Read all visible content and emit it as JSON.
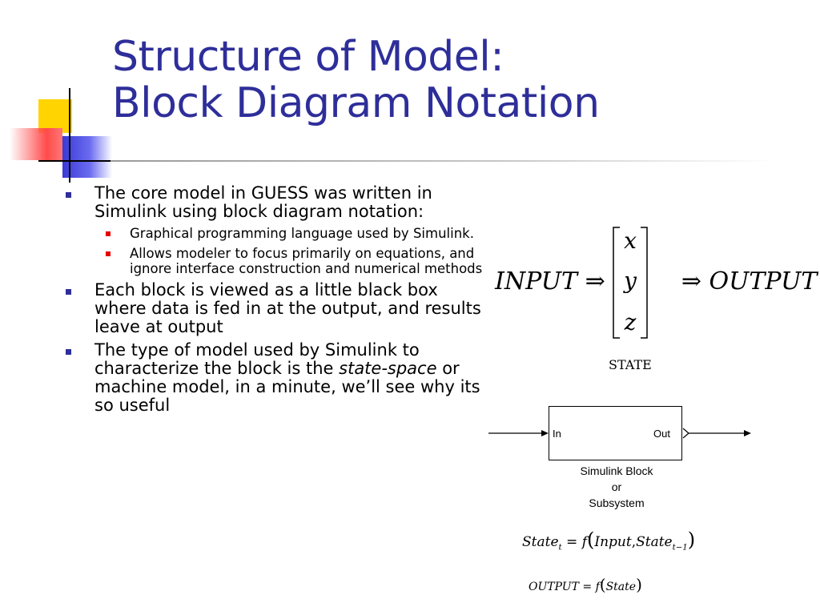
{
  "slide": {
    "title_line1": "Structure of Model:",
    "title_line2": "Block Diagram Notation",
    "colors": {
      "title": "#2e2e9a",
      "bullet_l1": "#2e2e9a",
      "bullet_l2": "#e60000"
    }
  },
  "bullets": [
    {
      "text": "The core model in GUESS was written in Simulink using block diagram notation:",
      "sub": [
        "Graphical programming language used by Simulink.",
        "Allows modeler to focus primarily on equations, and ignore interface construction and numerical methods"
      ]
    },
    {
      "text": "Each block is viewed as a little black box where data is fed in at the output, and results leave at output"
    },
    {
      "text_before": "The type of model used by Simulink to characterize the block is the ",
      "text_italic": "state-space",
      "text_after": " or machine model, in a minute, we’ll see why its so useful"
    }
  ],
  "diagram": {
    "input": "INPUT",
    "output": "OUTPUT",
    "arrow": "⇒",
    "state_vars": [
      "x",
      "y",
      "z"
    ],
    "state_label": "STATE",
    "block_in": "In",
    "block_out": "Out",
    "block_caption": [
      "Simulink Block",
      "or",
      "Subsystem"
    ],
    "eq1": {
      "lhs": "State",
      "lhs_sub": "t",
      "f": "f",
      "arg1": "Input",
      "arg2": "State",
      "arg2_sub": "t−1"
    },
    "eq2": {
      "lhs": "OUTPUT",
      "f": "f",
      "arg": "State"
    }
  }
}
